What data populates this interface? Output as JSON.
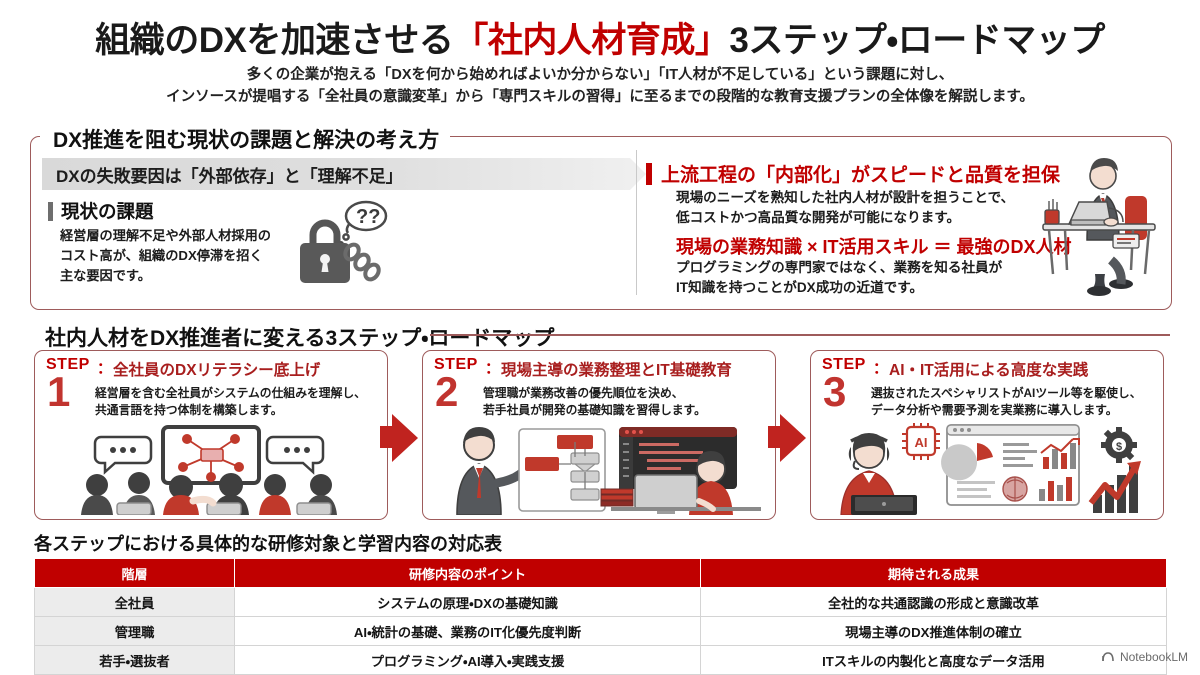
{
  "title": {
    "part1": "組織のDXを加速させる",
    "highlight": "「社内人材育成」",
    "part2": "3ステップ・ロードマップ"
  },
  "subtitle": {
    "line1": "多くの企業が抱える「DXを何から始めればよいか分からない」「IT人材が不足している」という課題に対し、",
    "line2": "インソースが提唱する「全社員の意識変革」から「専門スキルの習得」に至るまでの段階的な教育支援プランの全体像を解説します。"
  },
  "section1": {
    "heading": "DX推進を阻む現状の課題と解決の考え方",
    "banner": "DXの失敗要因は「外部依存」と「理解不足」",
    "left": {
      "heading": "現状の課題",
      "body": "経営層の理解不足や外部人材採用のコスト高が、組織のDX停滞を招く主な要因です。"
    },
    "right": {
      "head1": "上流工程の「内部化」がスピードと品質を担保",
      "body1_line1": "現場のニーズを熟知した社内人材が設計を担うことで、",
      "body1_line2": "低コストかつ高品質な開発が可能になります。",
      "head2": "現場の業務知識 × IT活用スキル ＝ 最強のDX人材",
      "body2_line1": "プログラミングの専門家ではなく、業務を知る社員が",
      "body2_line2": "IT知識を持つことがDX成功の近道です。"
    }
  },
  "section2": {
    "heading": "社内人材をDX推進者に変える3ステップ・ロードマップ",
    "steps": [
      {
        "label": "STEP",
        "colon": "：",
        "number": "1",
        "title": "全社員のDXリテラシー底上げ",
        "body_line1": "経営層を含む全社員がシステムの仕組みを理解し、",
        "body_line2": "共通言語を持つ体制を構築します。"
      },
      {
        "label": "STEP",
        "colon": "：",
        "number": "2",
        "title": "現場主導の業務整理とIT基礎教育",
        "body_line1": "管理職が業務改善の優先順位を決め、",
        "body_line2": "若手社員が開発の基礎知識を習得します。"
      },
      {
        "label": "STEP",
        "colon": "：",
        "number": "3",
        "title": "AI・IT活用による高度な実践",
        "body_line1": "選抜されたスペシャリストがAIツール等を駆使し、",
        "body_line2": "データ分析や需要予測を実業務に導入します。"
      }
    ]
  },
  "table": {
    "heading": "各ステップにおける具体的な研修対象と学習内容の対応表",
    "columns": [
      "階層",
      "研修内容のポイント",
      "期待される成果"
    ],
    "rows": [
      [
        "全社員",
        "システムの原理・DXの基礎知識",
        "全社的な共通認識の形成と意識改革"
      ],
      [
        "管理職",
        "AI・統計の基礎、業務のIT化優先度判断",
        "現場主導のDX推進体制の確立"
      ],
      [
        "若手・選抜者",
        "プログラミング・AI導入・実践支援",
        "ITスキルの内製化と高度なデータ活用"
      ]
    ]
  },
  "watermark": {
    "label": "NotebookLM"
  },
  "colors": {
    "accent_red": "#C00000",
    "title_red": "#C00000",
    "border_red": "#9E5B5B",
    "arrow_red": "#C0231F",
    "banner_gray": "#d9d9d9"
  }
}
